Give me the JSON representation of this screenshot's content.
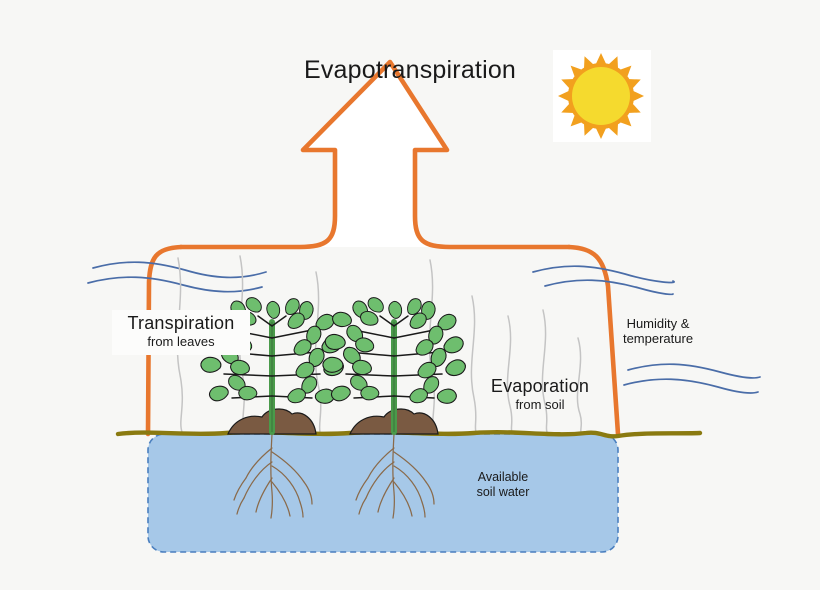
{
  "diagram": {
    "title": "Evapotranspiration water cycle diagram",
    "background_color": "#f7f7f5"
  },
  "labels": {
    "evapotranspiration": {
      "text": "Evapotranspiration"
    },
    "transpiration": {
      "line1": "Transpiration",
      "line2": "from leaves"
    },
    "evaporation": {
      "line1": "Evaporation",
      "line2": "from soil"
    },
    "humidity": {
      "line1": "Humidity &",
      "line2": "temperature"
    },
    "available_water": {
      "line1": "Available",
      "line2": "soil water"
    }
  },
  "icons": {
    "sun": "sun-icon",
    "plant_left": "plant-icon",
    "plant_right": "plant-icon",
    "arrow_up": "up-arrow-icon",
    "water_waves_left": "wave-lines-icon",
    "water_waves_right_top": "wave-lines-icon",
    "water_waves_right_bottom": "wave-lines-icon",
    "vapor_streams": "vapor-wisp-icon",
    "roots_left": "roots-icon",
    "roots_right": "roots-icon",
    "soil_line": "soil-surface-icon",
    "soil_mound_left": "soil-mound-icon",
    "soil_mound_right": "soil-mound-icon"
  },
  "colors": {
    "arrow_stroke": "#e8772e",
    "arrow_fill": "#ffffff",
    "sun_disc": "#f5da2e",
    "sun_rays": "#f2a01e",
    "sun_bg": "#ffffff",
    "water_fill": "#a6c8e8",
    "water_border": "#4a7fbf",
    "soil_line": "#8a7a10",
    "soil_mound": "#7a5a42",
    "leaf_fill": "#6ebe6e",
    "leaf_stroke": "#1a1a1a",
    "stem": "#4a9a4a",
    "wave_blue": "#4a6da8",
    "vapor_gray": "#bdbdbd",
    "root_brown": "#8a6a4a",
    "text": "#1a1a1a"
  }
}
